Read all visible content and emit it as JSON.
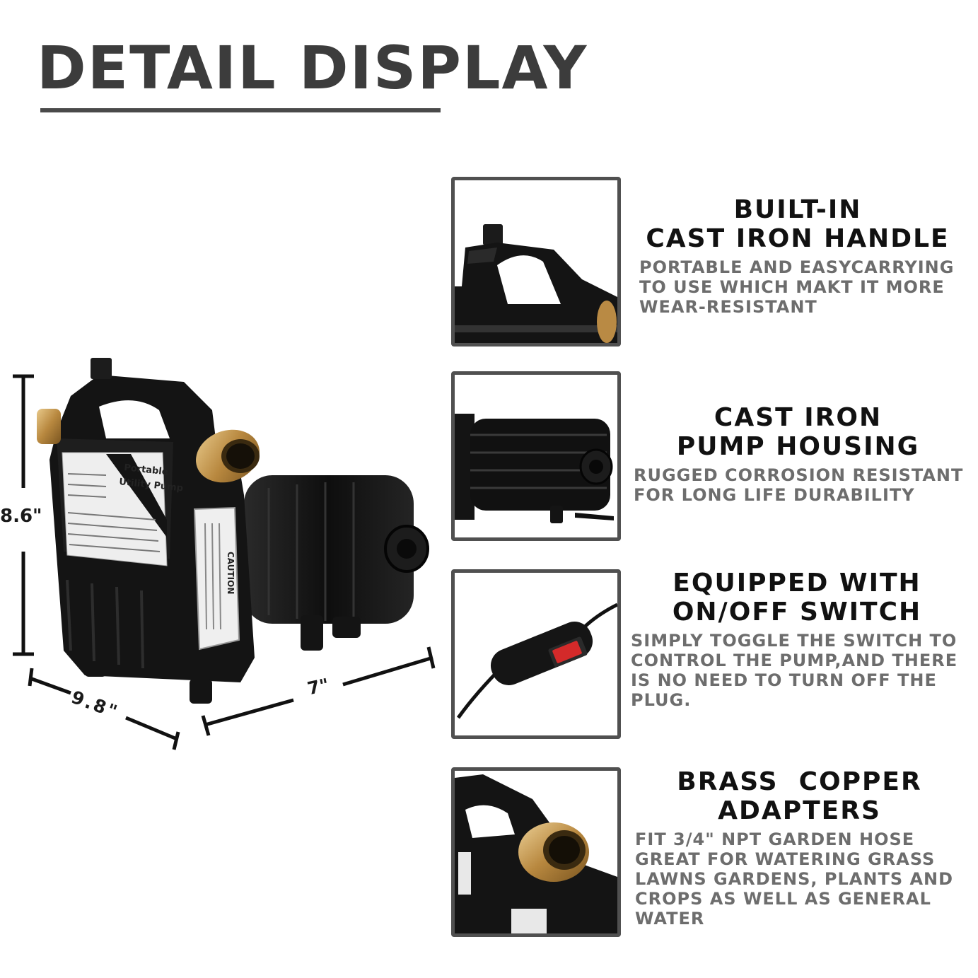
{
  "header": {
    "title": "DETAIL DISPLAY"
  },
  "dimensions": {
    "height": "8.6\"",
    "depth": "9.8\"",
    "width": "7\""
  },
  "main_image": {
    "label_title_1": "Portable",
    "label_title_2": "Utility Pump",
    "caution": "CAUTION"
  },
  "features": [
    {
      "title_lines": [
        "BUILT-IN",
        "CAST IRON HANDLE"
      ],
      "desc_lines": [
        "PORTABLE AND EASYCARRYING",
        "TO USE WHICH MAKT IT MORE",
        "WEAR-RESISTANT"
      ]
    },
    {
      "title_lines": [
        "CAST IRON",
        "PUMP HOUSING"
      ],
      "desc_lines": [
        "RUGGED CORROSION RESISTANT",
        "FOR LONG LIFE DURABILITY"
      ]
    },
    {
      "title_lines": [
        "EQUIPPED WITH",
        "ON/OFF SWITCH"
      ],
      "desc_lines": [
        "SIMPLY TOGGLE THE SWITCH TO",
        "CONTROL THE PUMP,AND THERE",
        "IS NO NEED TO TURN OFF THE",
        "PLUG."
      ]
    },
    {
      "title_lines": [
        "BRASS  COPPER",
        "ADAPTERS"
      ],
      "desc_lines": [
        "FIT 3/4\" NPT GARDEN HOSE",
        "GREAT FOR WATERING GRASS",
        "LAWNS GARDENS, PLANTS AND",
        "CROPS AS WELL AS GENERAL",
        "WATER"
      ]
    }
  ],
  "colors": {
    "title": "#3c3c3c",
    "feature_title": "#111111",
    "feature_desc": "#6d6d6d",
    "frame": "#505050",
    "pump_body": "#141414",
    "brass": "#c59a55"
  }
}
